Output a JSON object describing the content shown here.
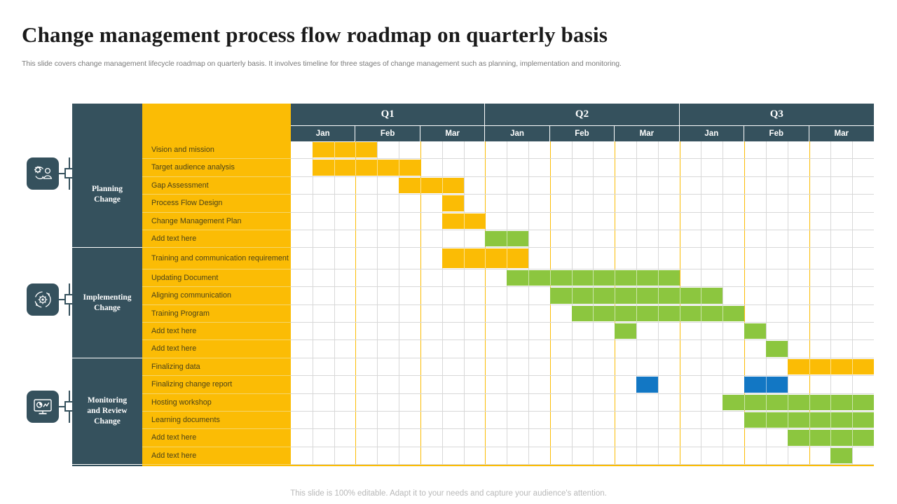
{
  "header": {
    "title": "Change management process flow roadmap on quarterly basis",
    "subtitle": "This slide covers change management lifecycle roadmap on quarterly basis. It involves timeline for three stages of change management such as planning, implementation and monitoring."
  },
  "footer": {
    "text": "This slide is 100% editable. Adapt it to your needs and capture your audience's attention."
  },
  "colors": {
    "header_dark": "#35515d",
    "yellow": "#fbbc05",
    "green": "#8cc63f",
    "blue": "#1277c4",
    "grid": "#d8d8d8"
  },
  "icons": [
    {
      "name": "gear-people-icon",
      "group": "Planning Change"
    },
    {
      "name": "cycle-gear-icon",
      "group": "Implementing Change"
    },
    {
      "name": "monitor-chart-icon",
      "group": "Monitoring and Review Change"
    }
  ],
  "timeline": {
    "quarters": [
      {
        "label": "Q1",
        "months": [
          "Jan",
          "Feb",
          "Mar"
        ]
      },
      {
        "label": "Q2",
        "months": [
          "Jan",
          "Feb",
          "Mar"
        ]
      },
      {
        "label": "Q3",
        "months": [
          "Jan",
          "Feb",
          "Mar"
        ]
      }
    ],
    "cells_per_month": 3,
    "total_cells": 27
  },
  "chart_data": {
    "type": "bar",
    "title": "Change management process flow roadmap on quarterly basis",
    "xlabel": "",
    "ylabel": "",
    "categories": [
      "Vision and mission",
      "Target audience analysis",
      "Gap Assessment",
      "Process Flow Design",
      "Change Management Plan",
      "Add text here",
      "Training and communication requirement",
      "Updating Document",
      "Aligning communication",
      "Training Program",
      "Add text here",
      "Add text here",
      "Finalizing data",
      "Finalizing change report",
      "Hosting workshop",
      "Learning documents",
      "Add text here",
      "Add text here"
    ],
    "x_ticks": [
      "Q1 Jan",
      "Q1 Feb",
      "Q1 Mar",
      "Q2 Jan",
      "Q2 Feb",
      "Q2 Mar",
      "Q3 Jan",
      "Q3 Feb",
      "Q3 Mar"
    ],
    "series": [
      {
        "name": "Planning Change",
        "color": "#fbbc05"
      },
      {
        "name": "Implementing Change",
        "color": "#8cc63f"
      },
      {
        "name": "Monitoring and Review Change",
        "color": "#1277c4"
      }
    ]
  },
  "groups": [
    {
      "label": "Planning\nChange",
      "label_lines": [
        "Planning",
        "Change"
      ],
      "icon": "gear-people-icon",
      "rows": [
        {
          "task": "Vision and mission",
          "tall": false,
          "bars": [
            {
              "start": 2,
              "span": 3,
              "color": "yellow"
            }
          ]
        },
        {
          "task": "Target audience analysis",
          "tall": false,
          "bars": [
            {
              "start": 2,
              "span": 5,
              "color": "yellow"
            }
          ]
        },
        {
          "task": "Gap Assessment",
          "tall": false,
          "bars": [
            {
              "start": 6,
              "span": 3,
              "color": "yellow"
            }
          ]
        },
        {
          "task": "Process Flow Design",
          "tall": false,
          "bars": [
            {
              "start": 8,
              "span": 1,
              "color": "yellow"
            }
          ]
        },
        {
          "task": "Change Management Plan",
          "tall": false,
          "bars": [
            {
              "start": 8,
              "span": 2,
              "color": "yellow"
            }
          ]
        },
        {
          "task": "Add text here",
          "tall": false,
          "bars": [
            {
              "start": 10,
              "span": 2,
              "color": "green"
            }
          ]
        }
      ]
    },
    {
      "label": "Implementing\nChange",
      "label_lines": [
        "Implementing",
        "Change"
      ],
      "icon": "cycle-gear-icon",
      "rows": [
        {
          "task": "Training and communication requirement",
          "tall": true,
          "bars": [
            {
              "start": 8,
              "span": 4,
              "color": "yellow"
            }
          ]
        },
        {
          "task": "Updating Document",
          "tall": false,
          "bars": [
            {
              "start": 11,
              "span": 8,
              "color": "green"
            }
          ]
        },
        {
          "task": "Aligning communication",
          "tall": false,
          "bars": [
            {
              "start": 13,
              "span": 8,
              "color": "green"
            }
          ]
        },
        {
          "task": "Training Program",
          "tall": false,
          "bars": [
            {
              "start": 14,
              "span": 8,
              "color": "green"
            }
          ]
        },
        {
          "task": "Add text here",
          "tall": false,
          "bars": [
            {
              "start": 16,
              "span": 1,
              "color": "green"
            },
            {
              "start": 22,
              "span": 1,
              "color": "green"
            }
          ]
        },
        {
          "task": "Add text here",
          "tall": false,
          "bars": [
            {
              "start": 23,
              "span": 1,
              "color": "green"
            }
          ]
        }
      ]
    },
    {
      "label": "Monitoring and Review Change",
      "label_lines": [
        "Monitoring",
        "and  Review",
        "Change"
      ],
      "icon": "monitor-chart-icon",
      "rows": [
        {
          "task": "Finalizing data",
          "tall": false,
          "bars": [
            {
              "start": 24,
              "span": 4,
              "color": "yellow"
            }
          ]
        },
        {
          "task": "Finalizing change report",
          "tall": false,
          "bars": [
            {
              "start": 17,
              "span": 1,
              "color": "blue"
            },
            {
              "start": 22,
              "span": 2,
              "color": "blue"
            }
          ]
        },
        {
          "task": "Hosting workshop",
          "tall": false,
          "bars": [
            {
              "start": 21,
              "span": 7,
              "color": "green"
            }
          ]
        },
        {
          "task": "Learning documents",
          "tall": false,
          "bars": [
            {
              "start": 22,
              "span": 6,
              "color": "green"
            }
          ]
        },
        {
          "task": "Add text here",
          "tall": false,
          "bars": [
            {
              "start": 24,
              "span": 4,
              "color": "green"
            }
          ]
        },
        {
          "task": "Add text here",
          "tall": false,
          "bars": [
            {
              "start": 26,
              "span": 1,
              "color": "green"
            }
          ]
        }
      ]
    }
  ]
}
